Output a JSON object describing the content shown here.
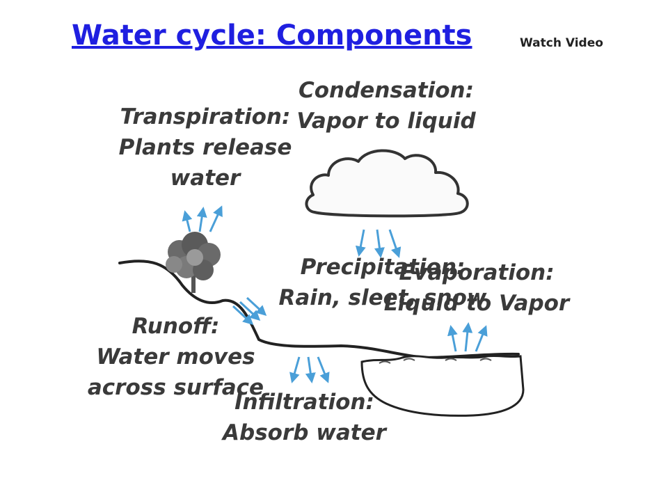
{
  "header": {
    "title": "Water cycle: Components",
    "link": "Watch Video"
  },
  "labels": {
    "condensation": {
      "name": "Condensation:",
      "desc": "Vapor to liquid"
    },
    "transpiration": {
      "name": "Transpiration:",
      "desc1": "Plants release",
      "desc2": "water"
    },
    "precipitation": {
      "name": "Precipitation:",
      "desc": "Rain, sleet, snow"
    },
    "evaporation": {
      "name": "Evaporation:",
      "desc": "Liquid to Vapor"
    },
    "runoff": {
      "name": "Runoff:",
      "desc1": "Water moves",
      "desc2": "across surface"
    },
    "infiltration": {
      "name": "Infiltration:",
      "desc": "Absorb water"
    }
  },
  "colors": {
    "arrow": "#4a9fd8",
    "title": "#1f1fe0",
    "text": "#3a3a3a"
  }
}
